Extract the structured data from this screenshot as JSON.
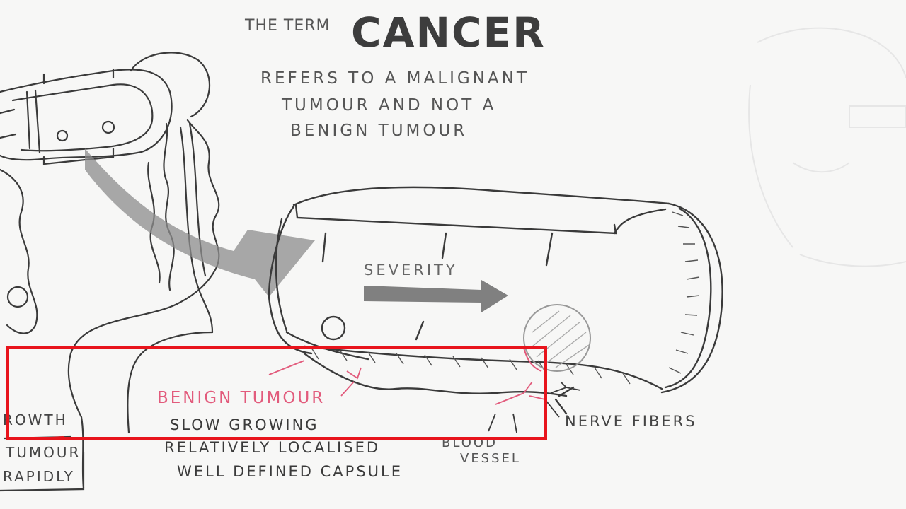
{
  "title": {
    "prefix": "THE TERM",
    "main": "CANCER"
  },
  "definition": {
    "line1": "REFERS TO A MALIGNANT",
    "line2": "TUMOUR AND NOT A",
    "line3": "BENIGN TUMOUR"
  },
  "diagram": {
    "severity_label": "SEVERITY",
    "nerve_label": "NERVE FIBERS",
    "blood_line1": "BLOOD",
    "blood_line2": "VESSEL"
  },
  "benign": {
    "heading": "BENIGN TUMOUR",
    "point1": "SLOW GROWING",
    "point2": "RELATIVELY LOCALISED",
    "point3": "WELL DEFINED CAPSULE"
  },
  "left_panel": {
    "line1": "ROWTH",
    "line2": "TUMOUR",
    "line3": "RAPIDLY"
  },
  "colors": {
    "highlight": "#e8141c",
    "benign_heading": "#e25b7c",
    "ink": "#3a3a3a",
    "arrow_gray": "#8c8c8c"
  }
}
